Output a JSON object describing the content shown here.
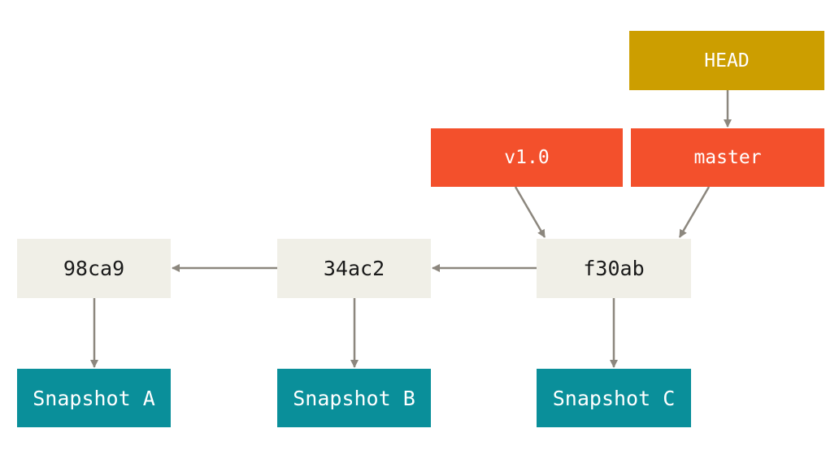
{
  "refs": {
    "head": "HEAD",
    "tag": "v1.0",
    "branch": "master"
  },
  "commits": [
    "98ca9",
    "34ac2",
    "f30ab"
  ],
  "snapshots": [
    "Snapshot A",
    "Snapshot B",
    "Snapshot C"
  ],
  "edges": [
    {
      "from": "HEAD",
      "to": "master"
    },
    {
      "from": "v1.0",
      "to": "f30ab"
    },
    {
      "from": "master",
      "to": "f30ab"
    },
    {
      "from": "f30ab",
      "to": "34ac2"
    },
    {
      "from": "34ac2",
      "to": "98ca9"
    },
    {
      "from": "98ca9",
      "to": "Snapshot A"
    },
    {
      "from": "34ac2",
      "to": "Snapshot B"
    },
    {
      "from": "f30ab",
      "to": "Snapshot C"
    }
  ],
  "colors": {
    "head": "#cc9e00",
    "branch": "#f3502c",
    "commit": "#f0efe7",
    "snapshot": "#0a8f9a",
    "arrow": "#8c877e"
  }
}
